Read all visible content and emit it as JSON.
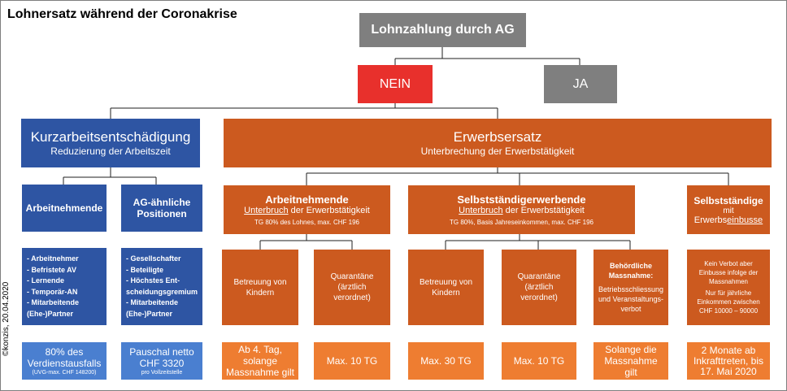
{
  "title": "Lohnersatz während der Coronakrise",
  "credit": "©konzis, 20.04.2020",
  "root": "Lohnzahlung durch AG",
  "answers": {
    "no": "NEIN",
    "yes": "JA"
  },
  "kurzarbeit": {
    "title": "Kurzarbeitsentschädigung",
    "subtitle": "Reduzierung der Arbeitszeit",
    "employees": {
      "title": "Arbeitnehmende",
      "items": [
        "- Arbeitnehmer",
        "- Befristete AV",
        "- Lernende",
        "- Temporär-AN",
        "- Mitarbeitende",
        "(Ehe-)Partner"
      ],
      "result": "80% des Verdienstausfalls",
      "result_note": "(UVG-max. CHF 148200)"
    },
    "ag_like": {
      "title": "AG-ähnliche Positionen",
      "items": [
        "- Gesellschafter",
        "- Beteiligte",
        "- Höchstes Ent-",
        "scheidungsgremium",
        "- Mitarbeitende",
        "(Ehe-)Partner"
      ],
      "result": "Pauschal netto CHF 3320",
      "result_note": "pro Vollzeitstelle"
    }
  },
  "erwerbsersatz": {
    "title": "Erwerbsersatz",
    "subtitle": "Unterbrechung der Erwerbstätigkeit",
    "employees": {
      "title": "Arbeitnehmende",
      "line_underlined": "Unterbruch",
      "line_rest": " der Erwerbstätigkeit",
      "note": "TG 80% des Lohnes, max. CHF 196",
      "cases": [
        {
          "label": "Betreuung von Kindern",
          "result": "Ab 4. Tag, solange Massnahme gilt"
        },
        {
          "label": "Quarantäne (ärztlich verordnet)",
          "result": "Max. 10 TG"
        }
      ]
    },
    "self_employed": {
      "title": "Selbstständigerwerbende",
      "line_underlined": "Unterbruch",
      "line_rest": " der Erwerbstätigkeit",
      "note": "TG 80%, Basis Jahreseinkommen, max. CHF 196",
      "cases": [
        {
          "label": "Betreuung von Kindern",
          "result": "Max. 30 TG"
        },
        {
          "label": "Quarantäne (ärztlich verordnet)",
          "result": "Max. 10 TG"
        },
        {
          "label_title": "Behördliche Massnahme:",
          "label": "Betriebsschliessung und Veranstaltungs-verbot",
          "result": "Solange die Massnahme gilt"
        }
      ]
    },
    "self_employed_loss": {
      "title": "Selbstständige",
      "line2": "mit",
      "line3_prefix": "Erwerbs",
      "line3_underlined": "einbusse",
      "detail1": "Kein Verbot aber Einbusse infolge der Massnahmen",
      "detail2": "Nur für jährliche Einkommen zwischen CHF 10000 – 90000",
      "result": "2 Monate ab Inkrafttreten, bis 17. Mai 2020"
    }
  },
  "colors": {
    "gray": "#7f7f7f",
    "red": "#e8302c",
    "blue": "#2e55a3",
    "light_blue": "#4a7fd0",
    "orange": "#cc5a1f",
    "light_orange": "#ee7d31"
  }
}
